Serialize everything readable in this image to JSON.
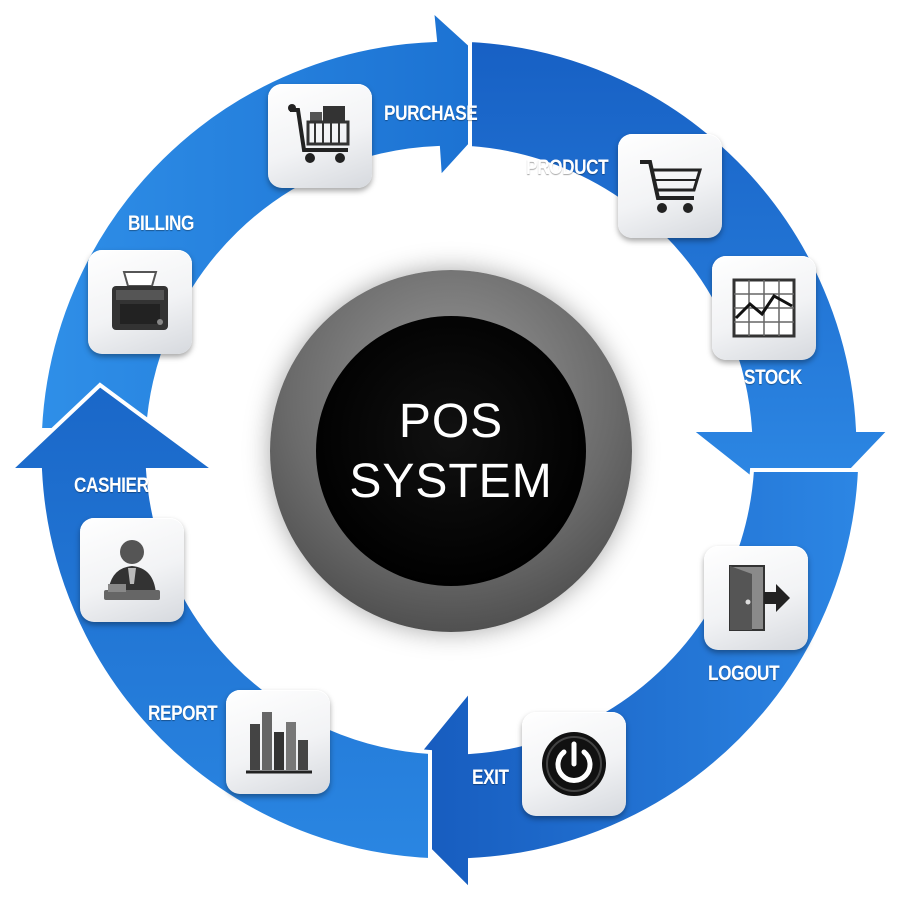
{
  "center": {
    "line1": "POS",
    "line2": "SYSTEM"
  },
  "modules": [
    {
      "label": "PURCHASE",
      "icon": "shopping-cart-loaded-icon"
    },
    {
      "label": "PRODUCT",
      "icon": "shopping-cart-icon"
    },
    {
      "label": "STOCK",
      "icon": "stock-chart-icon"
    },
    {
      "label": "LOGOUT",
      "icon": "door-exit-icon"
    },
    {
      "label": "EXIT",
      "icon": "power-icon"
    },
    {
      "label": "REPORT",
      "icon": "bar-chart-icon"
    },
    {
      "label": "CASHIER",
      "icon": "person-cashier-icon"
    },
    {
      "label": "BILLING",
      "icon": "receipt-printer-icon"
    }
  ],
  "colors": {
    "ring_dark": "#1565c8",
    "ring_light": "#3d9cf0",
    "hub": "#000000",
    "label": "#ffffff"
  }
}
